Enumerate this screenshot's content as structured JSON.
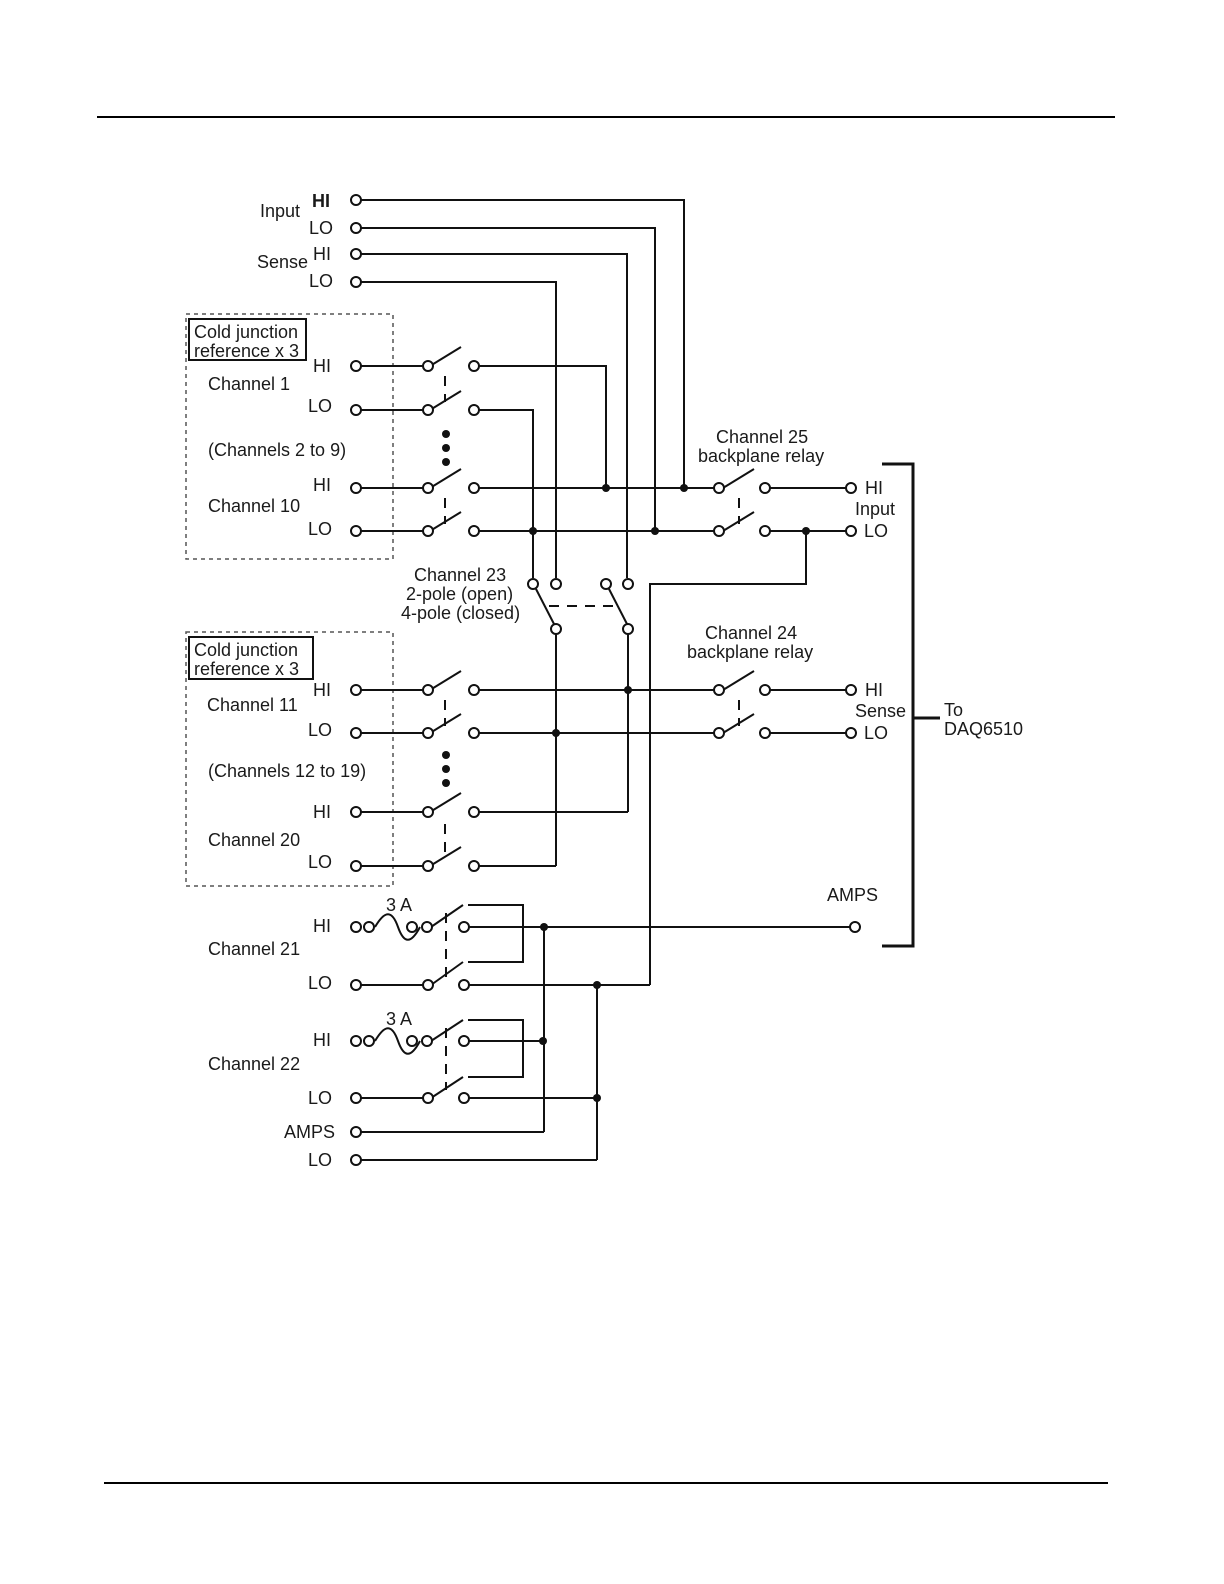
{
  "labels": {
    "input": "Input",
    "sense": "Sense",
    "hi": "HI",
    "lo": "LO",
    "cold_junction_1": "Cold junction",
    "cold_junction_2": "reference x 3",
    "channel_1": "Channel 1",
    "channels_2_to_9": "(Channels 2 to 9)",
    "channel_10": "Channel 10",
    "channel_11": "Channel 11",
    "channels_12_to_19": "(Channels 12 to 19)",
    "channel_20": "Channel 20",
    "channel_21": "Channel 21",
    "channel_22": "Channel 22",
    "fuse": "3 A",
    "amps": "AMPS",
    "channel_23": "Channel 23",
    "channel_23_open": "2-pole (open)",
    "channel_23_closed": "4-pole (closed)",
    "channel_24": "Channel 24",
    "channel_25": "Channel 25",
    "backplane_relay": "backplane relay",
    "out_input": "Input",
    "out_sense": "Sense",
    "out_amps": "AMPS",
    "to": "To",
    "daq": "DAQ6510"
  },
  "colors": {
    "line": "#111111",
    "text": "#1a1a1a"
  }
}
